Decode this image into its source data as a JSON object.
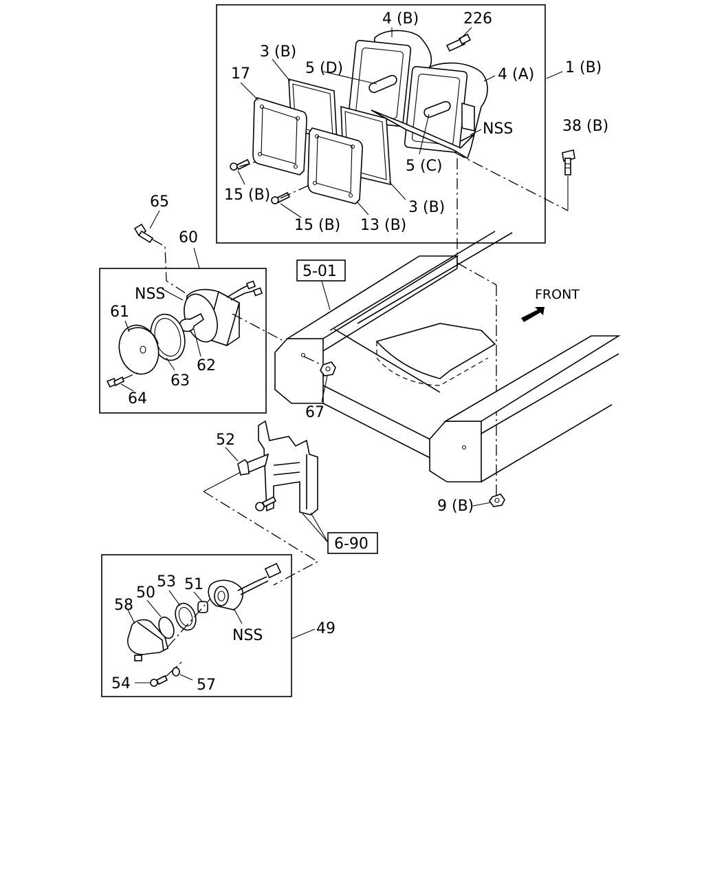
{
  "labels": {
    "p4b": "4 (B)",
    "p226": "226",
    "p3b_top": "3 (B)",
    "p5d": "5 (D)",
    "p4a": "4 (A)",
    "p1b": "1 (B)",
    "p17": "17",
    "nss_top": "NSS",
    "p38b": "38 (B)",
    "p5c": "5 (C)",
    "p15b_left": "15 (B)",
    "p3b_bottom": "3 (B)",
    "p15b_mid": "15 (B)",
    "p13b": "13 (B)",
    "p65": "65",
    "p60": "60",
    "ref501": "5-01",
    "front": "FRONT",
    "nss_mid": "NSS",
    "p61": "61",
    "p62": "62",
    "p63": "63",
    "p64": "64",
    "p67": "67",
    "p52": "52",
    "p9b": "9 (B)",
    "ref690": "6-90",
    "p53": "53",
    "p50": "50",
    "p51": "51",
    "p58": "58",
    "nss_bottom": "NSS",
    "p49": "49",
    "p54": "54",
    "p57": "57"
  }
}
